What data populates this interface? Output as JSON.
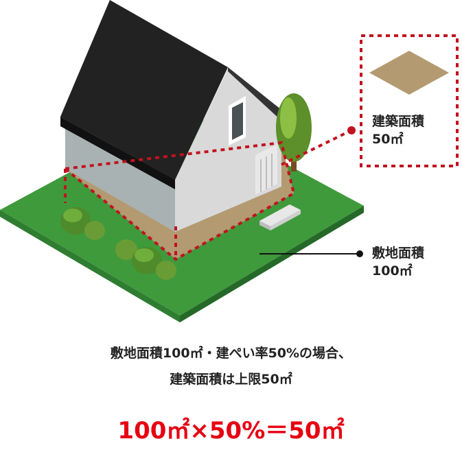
{
  "callouts": {
    "building_area": {
      "line1": "建築面積",
      "line2": "50㎡"
    },
    "site_area": {
      "line1": "敷地面積",
      "line2": "100㎡"
    }
  },
  "caption": {
    "line1": "敷地面積100㎡・建ぺい率50%の場合、",
    "line2": "建築面積は上限50㎡"
  },
  "formula": "100㎡×50%＝50㎡",
  "colors": {
    "accent_red": "#e60012",
    "dotted_red": "#c1121f",
    "lawn": "#3f9a3c",
    "lawn_edge": "#2d7a2f",
    "building_footprint": "#b39a71",
    "roof": "#222222",
    "wall_light": "#d9d9d9",
    "wall_shade": "#a7b1b1"
  }
}
